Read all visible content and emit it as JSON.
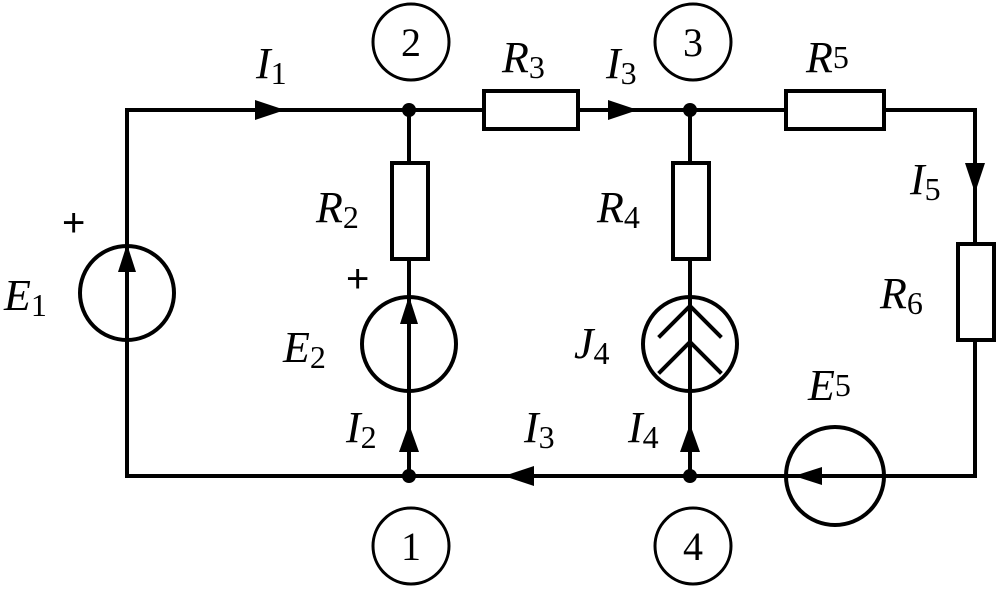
{
  "node_labels": {
    "n1": "1",
    "n2": "2",
    "n3": "3",
    "n4": "4"
  },
  "labels": {
    "E1": {
      "main": "E",
      "sub": "1"
    },
    "E2": {
      "main": "E",
      "sub": "2"
    },
    "E5": {
      "main": "E",
      "sub": "5"
    },
    "J4": {
      "main": "J",
      "sub": "4"
    },
    "R2": {
      "main": "R",
      "sub": "2"
    },
    "R3": {
      "main": "R",
      "sub": "3"
    },
    "R4": {
      "main": "R",
      "sub": "4"
    },
    "R5": {
      "main": "R",
      "sub": "5"
    },
    "R6": {
      "main": "R",
      "sub": "6"
    },
    "I1": {
      "main": "I",
      "sub": "1"
    },
    "I2": {
      "main": "I",
      "sub": "2"
    },
    "I3_top": {
      "main": "I",
      "sub": "3"
    },
    "I3_bottom": {
      "main": "I",
      "sub": "3"
    },
    "I4": {
      "main": "I",
      "sub": "4"
    },
    "I5": {
      "main": "I",
      "sub": "5"
    }
  },
  "polarity": {
    "E1_plus": "+",
    "E2_plus": "+"
  }
}
